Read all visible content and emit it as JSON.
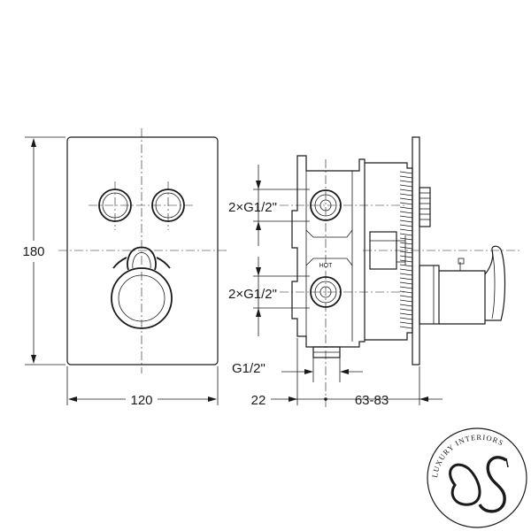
{
  "dimensions": {
    "height_label": "180",
    "width_label": "120",
    "inlet_top_label": "2×G1/2\"",
    "inlet_bottom_label": "2×G1/2\"",
    "outlet_label": "G1/2\"",
    "depth_label": "22",
    "depth_range_label": "63-83",
    "hot_label": "HOT"
  },
  "logo": {
    "text": "LUXURY INTERIORS",
    "icon": "luxury-interiors-monogram-icon"
  }
}
